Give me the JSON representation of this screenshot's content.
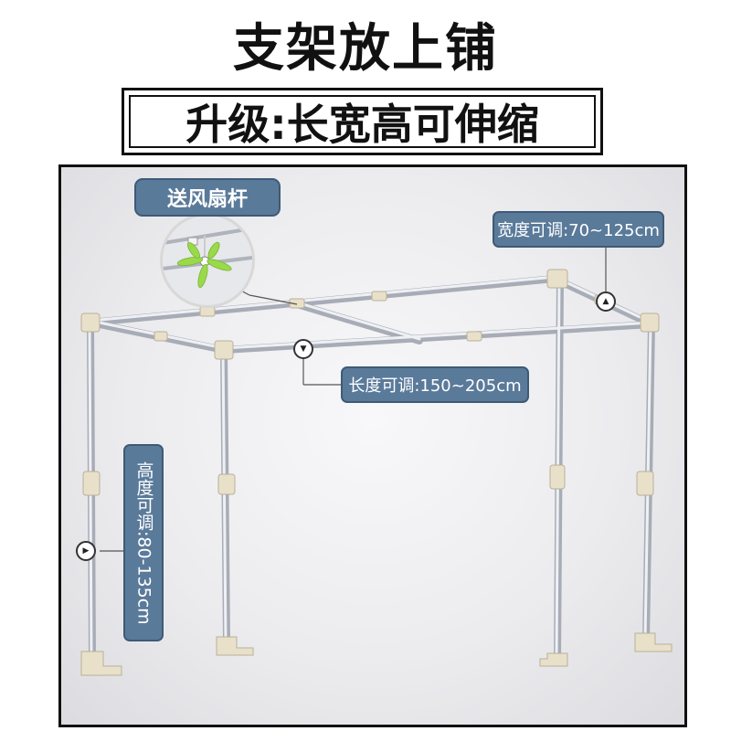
{
  "title": "支架放上铺",
  "subtitle": "升级:长宽高可伸缩",
  "labels": {
    "fan_pole": "送风扇杆",
    "width": "宽度可调:70~125cm",
    "length": "长度可调:150~205cm",
    "height": "高度可调:80-135cm"
  },
  "icons": {
    "up_marker": "triangle-up-icon",
    "down_marker": "triangle-down-icon",
    "right_marker": "triangle-right-icon",
    "fan": "ceiling-fan-icon"
  },
  "colors": {
    "badge_fill": "#5a7a9a",
    "pipe": "#b0b4be",
    "connector": "#e8e0c8",
    "fan_blade": "#9ad94a"
  }
}
